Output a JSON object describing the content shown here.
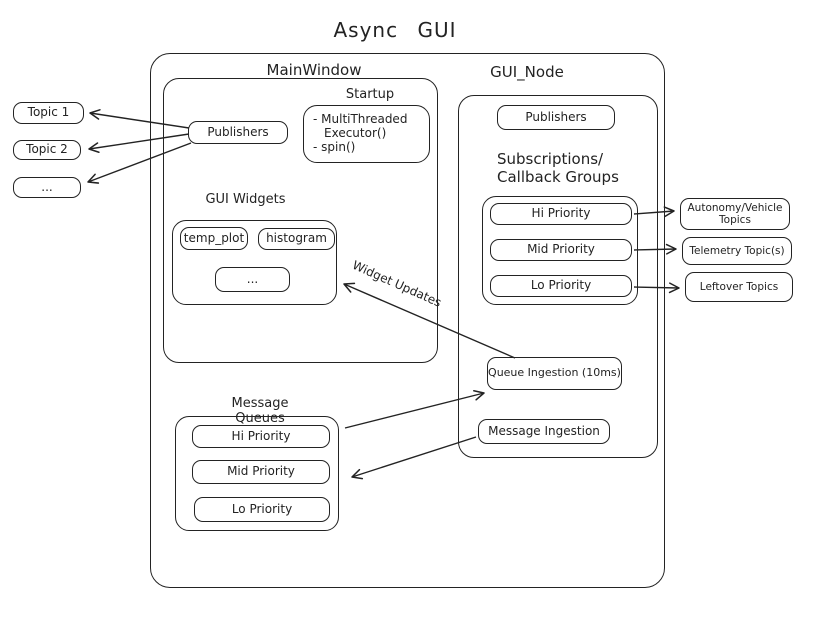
{
  "title": "Async GUI",
  "colors": {
    "stroke": "#232323",
    "background": "#ffffff"
  },
  "main_window": {
    "label": "MainWindow",
    "publishers_label": "Publishers",
    "startup": {
      "label": "Startup",
      "lines": [
        "- MultiThreaded",
        "Executor()",
        "- spin()"
      ]
    },
    "gui_widgets": {
      "label": "GUI Widgets",
      "items": [
        "temp_plot",
        "histogram",
        "..."
      ]
    }
  },
  "gui_node": {
    "label": "GUI_Node",
    "publishers_label": "Publishers",
    "subscriptions": {
      "label_line1": "Subscriptions/",
      "label_line2": "Callback Groups",
      "items": [
        "Hi Priority",
        "Mid Priority",
        "Lo Priority"
      ]
    },
    "queue_ingestion_label": "Queue Ingestion (10ms)",
    "message_ingestion_label": "Message Ingestion"
  },
  "left_topics": [
    "Topic 1",
    "Topic 2",
    "..."
  ],
  "right_topics": [
    "Autonomy/Vehicle Topics",
    "Telemetry Topic(s)",
    "Leftover Topics"
  ],
  "message_queues": {
    "label": "Message Queues",
    "items": [
      "Hi Priority",
      "Mid Priority",
      "Lo Priority"
    ]
  },
  "arrows": {
    "widget_updates_label": "Widget Updates"
  }
}
